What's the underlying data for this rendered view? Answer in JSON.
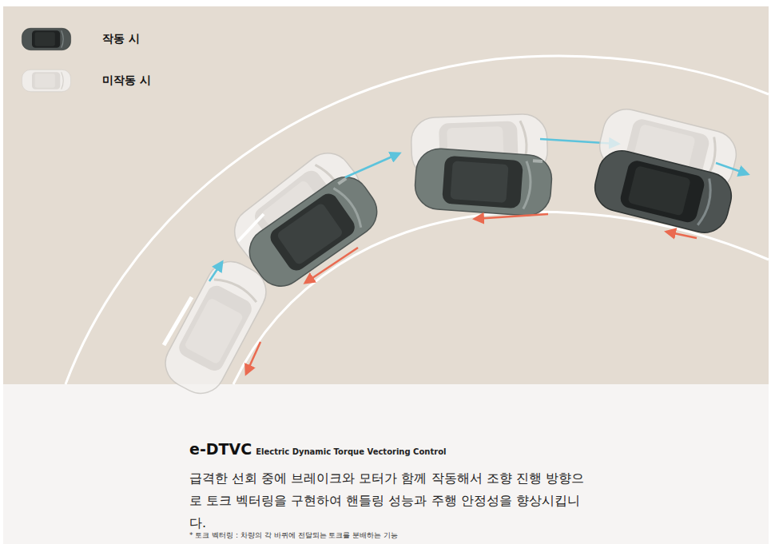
{
  "diagram": {
    "title": "e-DTVC",
    "labels": [
      "Electric Dynamic Torque Vectoring Control",
      "급격한 선회 중에 브레이크와 모터가 함께 작동해서 조향 진행 방향으로 토크 벡터링을 구현하여 핸들링 성능과 주행 안정성을 향상시킵니다.",
      "* 토크 벡터링 : 차량의 각 바퀴에 전달되는 토크를 분배하는 기능"
    ],
    "legend": [
      {
        "text": "작동 시"
      },
      {
        "text": "미작동 시"
      }
    ]
  }
}
